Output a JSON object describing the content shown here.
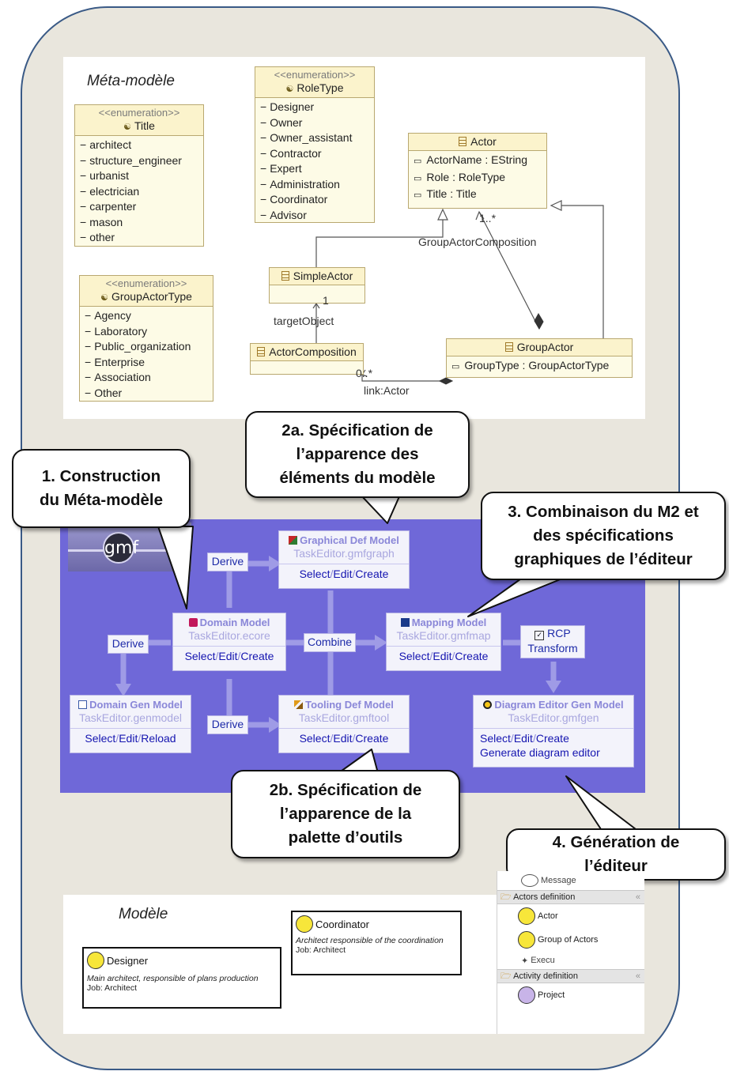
{
  "metamodel": {
    "heading": "Méta-modèle",
    "stereotype": "<<enumeration>>",
    "title_enum": {
      "name": "Title",
      "literals": [
        "architect",
        "structure_engineer",
        "urbanist",
        "electrician",
        "carpenter",
        "mason",
        "other"
      ]
    },
    "roletype_enum": {
      "name": "RoleType",
      "literals": [
        "Designer",
        "Owner",
        "Owner_assistant",
        "Contractor",
        "Expert",
        "Administration",
        "Coordinator",
        "Advisor"
      ]
    },
    "groupactortype_enum": {
      "name": "GroupActorType",
      "literals": [
        "Agency",
        "Laboratory",
        "Public_organization",
        "Enterprise",
        "Association",
        "Other"
      ]
    },
    "actor": {
      "name": "Actor",
      "attributes": [
        "ActorName : EString",
        "Role : RoleType",
        "Title : Title"
      ]
    },
    "simpleactor": {
      "name": "SimpleActor"
    },
    "actorcomposition": {
      "name": "ActorComposition"
    },
    "groupactor": {
      "name": "GroupActor",
      "attributes": [
        "GroupType : GroupActorType"
      ]
    },
    "labels": {
      "mult_1n": "1..*",
      "group_comp": "GroupActorComposition",
      "one": "1",
      "target": "targetObject",
      "zero_n": "0..*",
      "link": "link:Actor"
    }
  },
  "gmt": {
    "logo": "gmf",
    "graphical": {
      "title": "Graphical Def Model",
      "file": "TaskEditor.gmfgraph",
      "actions": [
        "Select",
        "Edit",
        "Create"
      ]
    },
    "domain": {
      "title": "Domain Model",
      "file": "TaskEditor.ecore",
      "actions": [
        "Select",
        "Edit",
        "Create"
      ]
    },
    "mapping": {
      "title": "Mapping Model",
      "file": "TaskEditor.gmfmap",
      "actions": [
        "Select",
        "Edit",
        "Create"
      ]
    },
    "domaingen": {
      "title": "Domain Gen Model",
      "file": "TaskEditor.genmodel",
      "actions": [
        "Select",
        "Edit",
        "Reload"
      ]
    },
    "tooling": {
      "title": "Tooling Def Model",
      "file": "TaskEditor.gmftool",
      "actions": [
        "Select",
        "Edit",
        "Create"
      ]
    },
    "diagramgen": {
      "title": "Diagram Editor Gen Model",
      "file": "TaskEditor.gmfgen",
      "actions": [
        "Select",
        "Edit",
        "Create"
      ],
      "generate": "Generate diagram editor"
    },
    "buttons": {
      "derive": "Derive",
      "combine": "Combine",
      "rcp": "RCP",
      "transform": "Transform"
    }
  },
  "callouts": {
    "c1": [
      "1. Construction",
      "du Méta-modèle"
    ],
    "c2a": [
      "2a. Spécification de",
      "l’apparence des",
      "éléments du modèle"
    ],
    "c3": [
      "3. Combinaison du M2 et",
      "des spécifications",
      "graphiques de l’éditeur"
    ],
    "c2b": [
      "2b. Spécification de",
      "l’apparence de la",
      "palette d’outils"
    ],
    "c4": [
      "4. Génération de",
      "l’éditeur"
    ]
  },
  "model": {
    "heading": "Modèle",
    "coordinator": {
      "name": "Coordinator",
      "desc": "Architect responsible of the coordination",
      "job": "Job: Architect"
    },
    "designer": {
      "name": "Designer",
      "desc": "Main architect, responsible of plans production",
      "job": "Job: Architect"
    },
    "palette": {
      "message": "Message",
      "actors_def": "Actors definition",
      "actor": "Actor",
      "group": "Group of Actors",
      "exec": "Execu",
      "activity_def": "Activity definition",
      "project": "Project",
      "chevron": "«"
    }
  },
  "colors": {
    "frame_border": "#3a5a86",
    "frame_fill": "#e9e6dd",
    "gmt_bg": "#6f68d8",
    "uml_fill": "#fdfbe6",
    "link": "#1515b0"
  }
}
